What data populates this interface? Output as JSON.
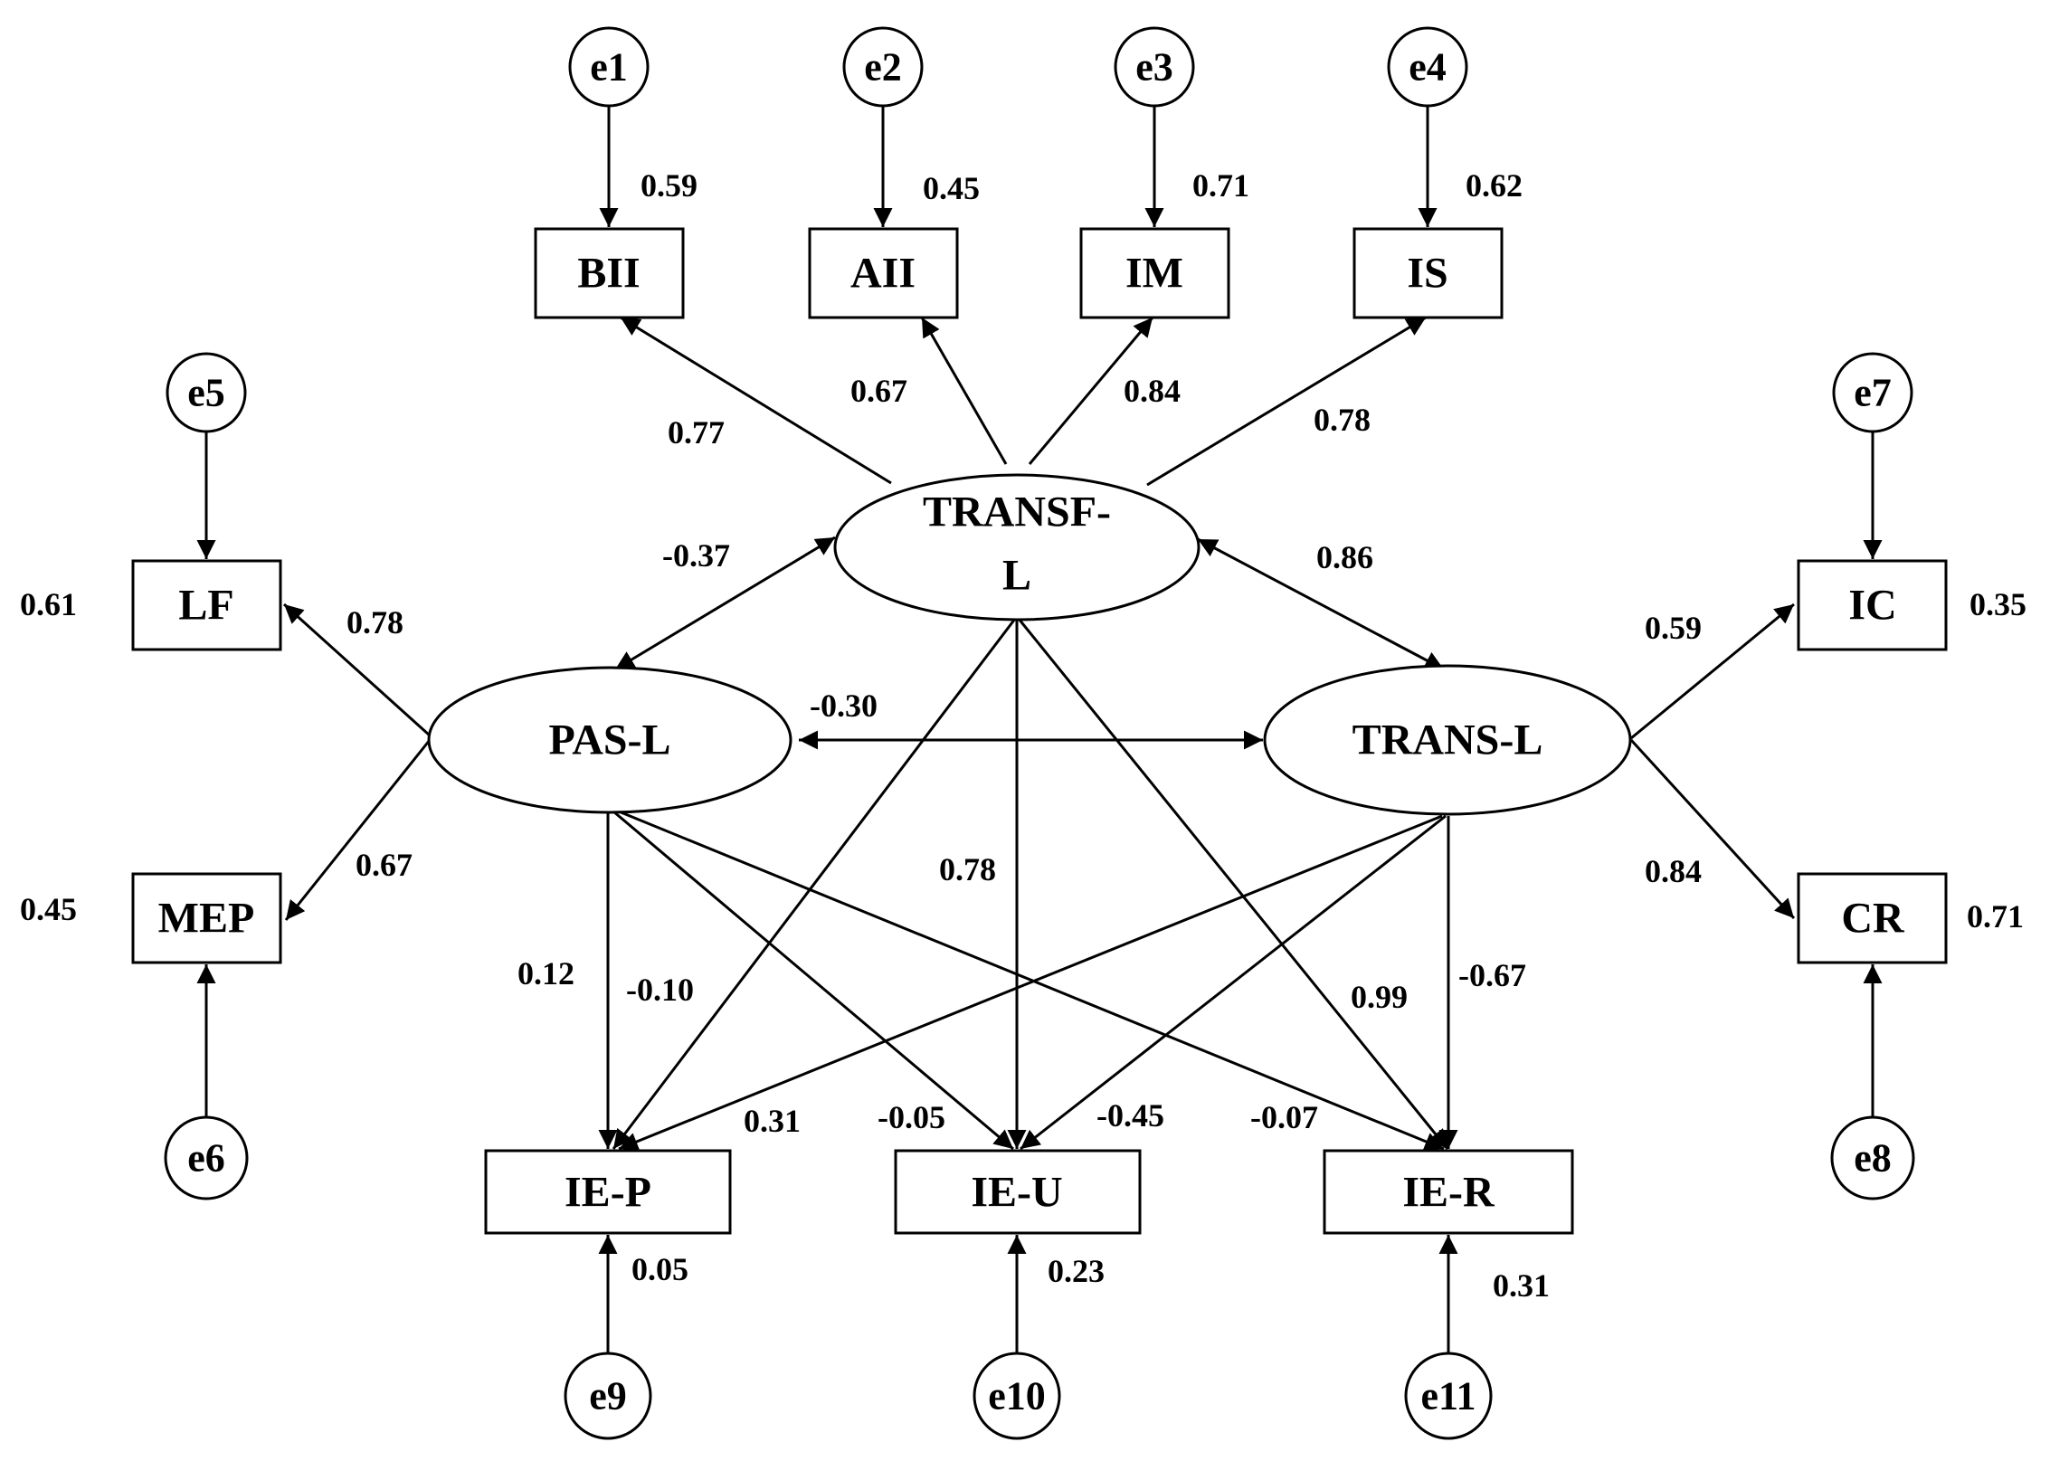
{
  "indicators": {
    "bii": "BII",
    "aii": "AII",
    "im": "IM",
    "is": "IS",
    "lf": "LF",
    "mep": "MEP",
    "ic": "IC",
    "cr": "CR",
    "iep": "IE-P",
    "ieu": "IE-U",
    "ier": "IE-R"
  },
  "latents": {
    "transf_line1": "TRANSF-",
    "transf_line2": "L",
    "pas": "PAS-L",
    "trans": "TRANS-L"
  },
  "errors": {
    "e1": "e1",
    "e2": "e2",
    "e3": "e3",
    "e4": "e4",
    "e5": "e5",
    "e6": "e6",
    "e7": "e7",
    "e8": "e8",
    "e9": "e9",
    "e10": "e10",
    "e11": "e11"
  },
  "coefficients": {
    "r2_bii": "0.59",
    "r2_aii": "0.45",
    "r2_im": "0.71",
    "r2_is": "0.62",
    "r2_lf": "0.61",
    "r2_mep": "0.45",
    "r2_ic": "0.35",
    "r2_cr": "0.71",
    "r2_iep": "0.05",
    "r2_ieu": "0.23",
    "r2_ier": "0.31",
    "transf_bii": "0.77",
    "transf_aii": "0.67",
    "transf_im": "0.84",
    "transf_is": "0.78",
    "pas_lf": "0.78",
    "pas_mep": "0.67",
    "trans_ic": "0.59",
    "trans_cr": "0.84",
    "cov_transf_pas": "-0.37",
    "cov_transf_trans": "0.86",
    "cov_pas_trans": "-0.30",
    "pas_iep": "0.12",
    "transf_iep": "-0.10",
    "trans_iep": "0.31",
    "pas_ieu": "-0.05",
    "transf_ieu": "0.78",
    "trans_ieu": "-0.45",
    "pas_ier": "-0.07",
    "transf_ier": "0.99",
    "trans_ier": "-0.67"
  }
}
